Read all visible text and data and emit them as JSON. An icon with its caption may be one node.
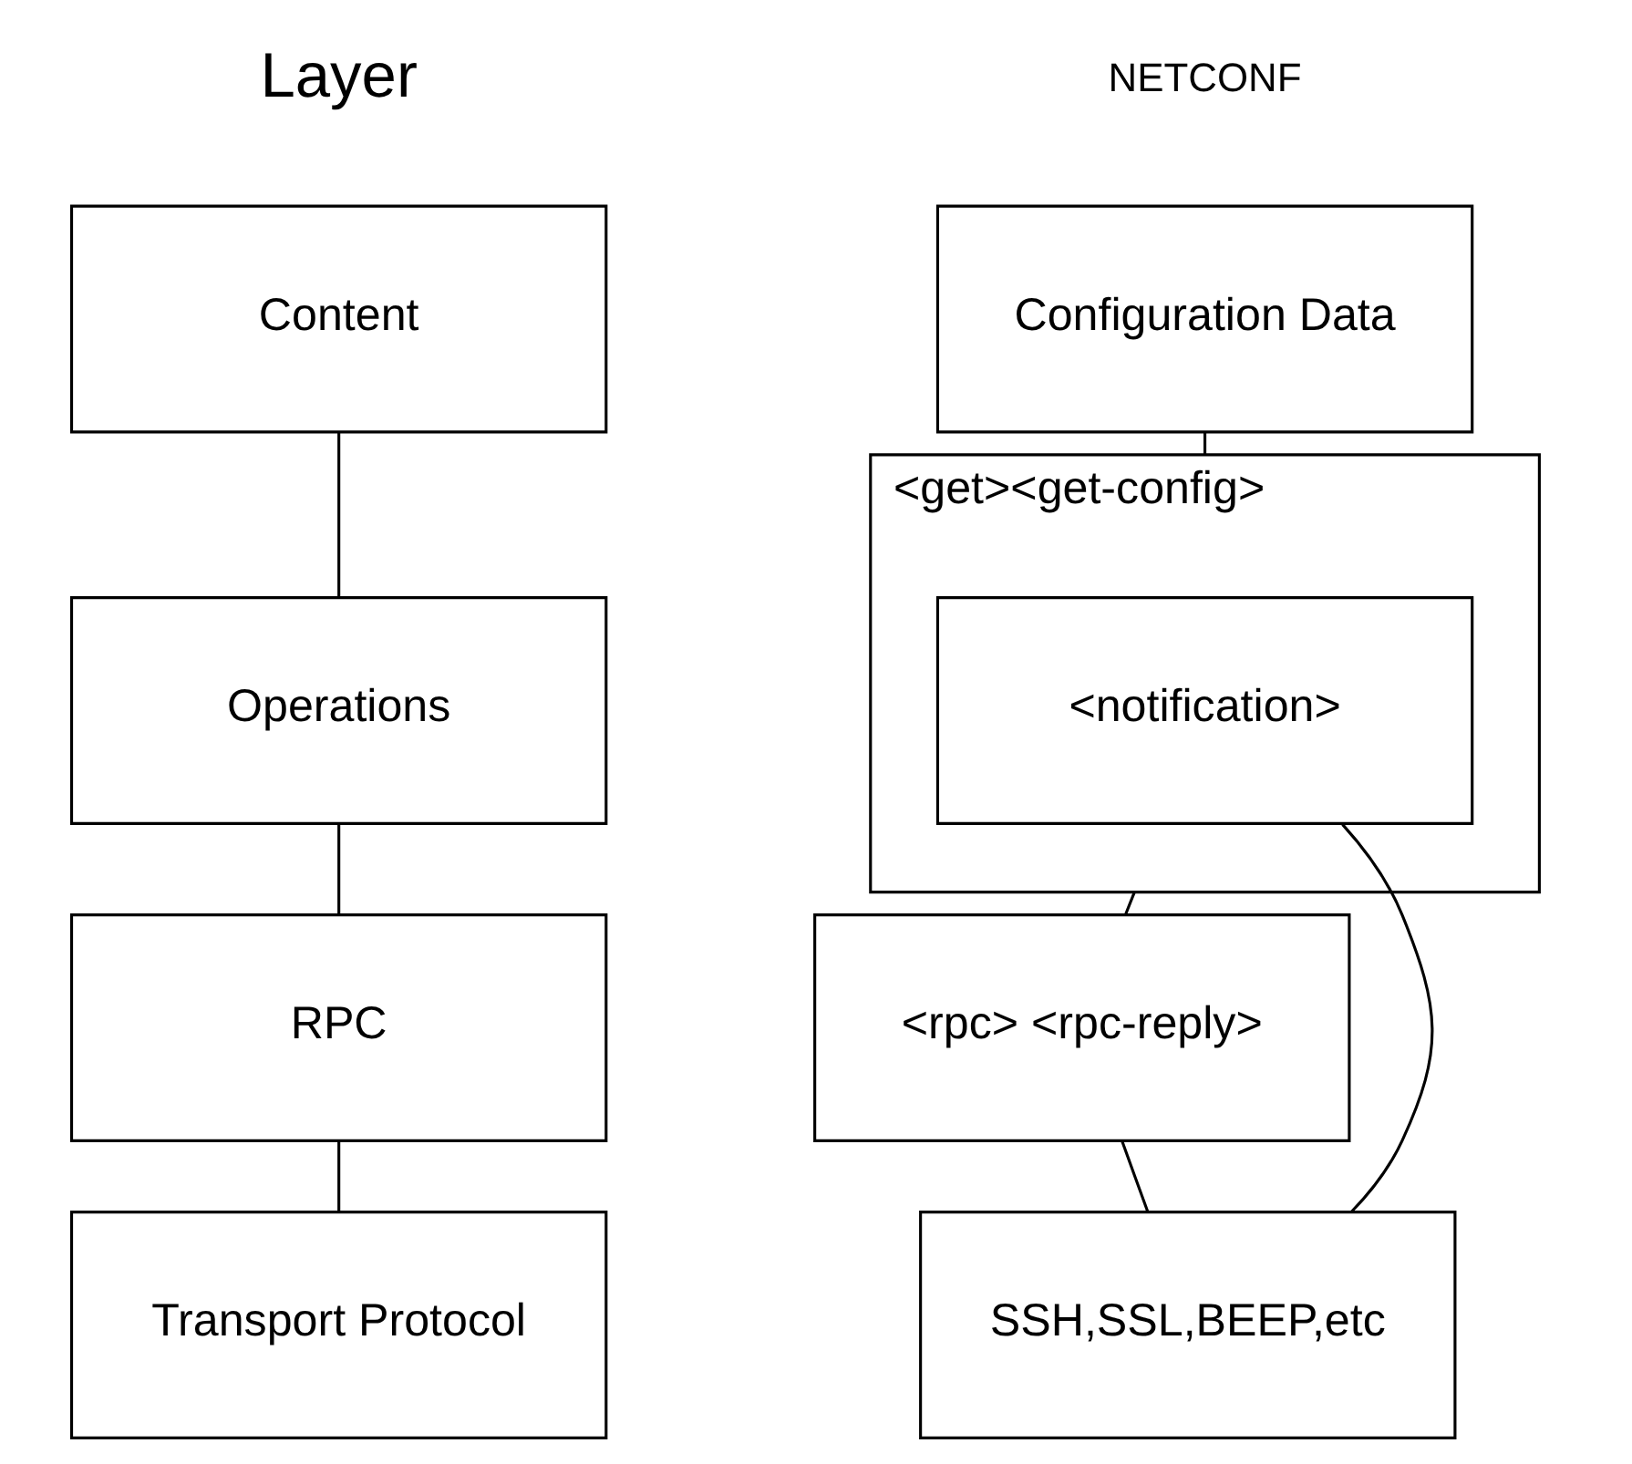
{
  "diagram": {
    "nodes": [
      {
        "text": [
          "Content"
        ]
      },
      {
        "text": [
          "Operations"
        ]
      },
      {
        "text": [
          "RPC"
        ]
      },
      {
        "text": [
          "Transport Protocol"
        ]
      },
      {
        "text": [
          "Configuration Data"
        ]
      },
      {
        "text": [
          "<get><get-config>"
        ]
      },
      {
        "text": [
          "<notification>"
        ],
        "in": 5
      },
      {
        "text": [
          "<rpc> <rpc-reply>"
        ]
      },
      {
        "text": [
          "SSH,SSL,BEEP,etc"
        ]
      }
    ],
    "edges": [
      {
        "from": 0,
        "to": 1,
        "arrow": "none"
      },
      {
        "from": 1,
        "to": 2,
        "arrow": "none"
      },
      {
        "from": 2,
        "to": 3,
        "arrow": "none"
      },
      {
        "from": 4,
        "to": 5,
        "arrow": "none"
      },
      {
        "from": 5,
        "to": 7,
        "arrow": "none"
      },
      {
        "from": 7,
        "to": 8,
        "arrow": "none"
      },
      {
        "from": 6,
        "to": 8,
        "arrow": "none"
      }
    ],
    "labels": [
      "Layer",
      "NETCONF"
    ]
  }
}
